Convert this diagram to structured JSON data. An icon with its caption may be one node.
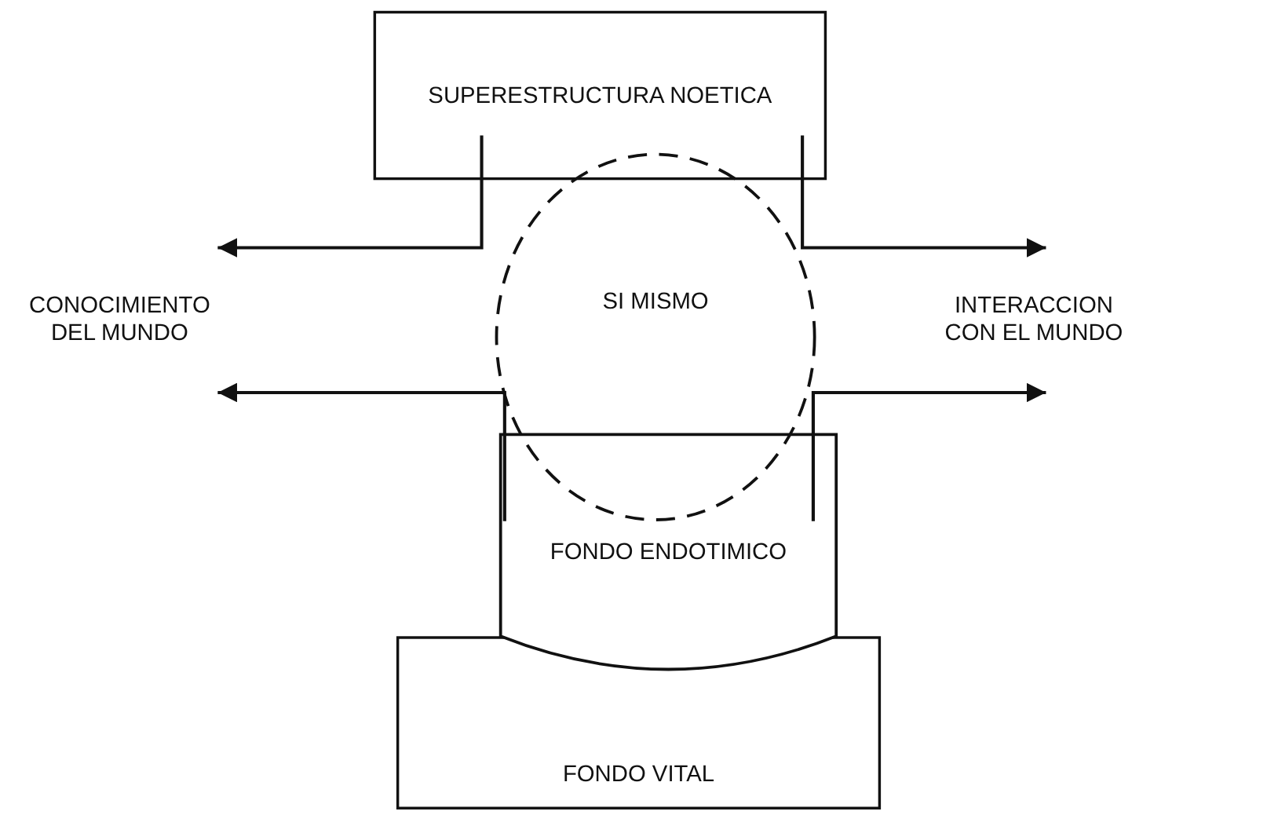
{
  "diagram": {
    "nodes": [
      {
        "text": [
          "SUPERESTRUCTURA NOETICA"
        ]
      },
      {
        "text": [
          "SI MISMO"
        ]
      },
      {
        "text": [
          "FONDO ENDOTIMICO"
        ]
      },
      {
        "text": [
          "FONDO VITAL"
        ]
      },
      {
        "text": [
          "CONOCIMIENTO DEL MUNDO"
        ]
      },
      {
        "text": [
          "INTERACCION CON EL MUNDO"
        ]
      }
    ],
    "edges": [
      {
        "from": 0,
        "to": 4,
        "arrow": "to"
      },
      {
        "from": 0,
        "to": 5,
        "arrow": "to"
      },
      {
        "from": 2,
        "to": 4,
        "arrow": "to"
      },
      {
        "from": 2,
        "to": 5,
        "arrow": "to"
      }
    ]
  }
}
